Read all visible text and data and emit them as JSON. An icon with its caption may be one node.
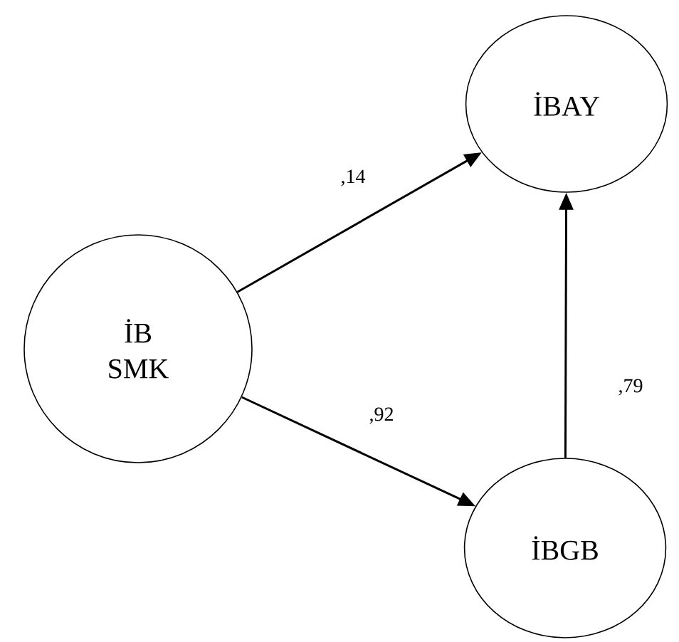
{
  "diagram": {
    "nodes": [
      {
        "text": [
          "İBAY"
        ]
      },
      {
        "text": [
          "İB SMK"
        ]
      },
      {
        "text": [
          "İBGB"
        ]
      }
    ],
    "edges": [
      {
        "from": 1,
        "to": 0,
        "arrow": "to",
        "label": ",14"
      },
      {
        "from": 1,
        "to": 2,
        "arrow": "to",
        "label": ",92"
      },
      {
        "from": 2,
        "to": 0,
        "arrow": "to",
        "label": ",79"
      }
    ]
  }
}
